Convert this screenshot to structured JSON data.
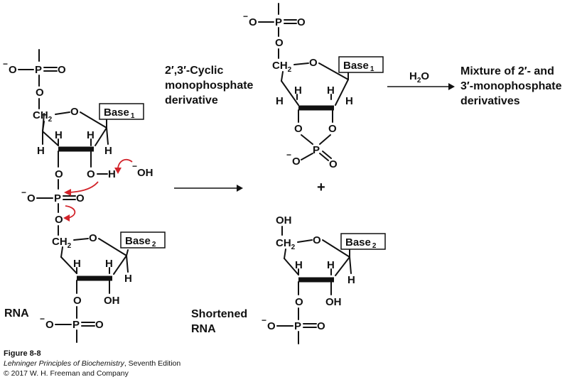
{
  "molecules": {
    "rna": {
      "label": "RNA",
      "top_phosphate": {
        "minus": "−",
        "o_left": "O",
        "p": "P",
        "o_double": "O",
        "o_bridge": "O"
      },
      "sugar1": {
        "ch2": "CH",
        "ch2_sub": "2",
        "ring_o": "O",
        "base": "Base",
        "base_sub": "1",
        "h_labels": [
          "H",
          "H",
          "H",
          "H"
        ],
        "o3": "O",
        "o2h_o": "O",
        "o2h_h": "H"
      },
      "hydroxide": {
        "minus": "−",
        "oh": "OH"
      },
      "mid_phosphate": {
        "minus": "−",
        "o_left": "O",
        "p": "P",
        "o_double": "O",
        "o_bridge": "O"
      },
      "sugar2": {
        "ch2": "CH",
        "ch2_sub": "2",
        "ring_o": "O",
        "base": "Base",
        "base_sub": "2",
        "h_labels": [
          "H",
          "H",
          "H"
        ],
        "oh": "OH",
        "o3": "O"
      },
      "bottom_phosphate": {
        "minus": "−",
        "o_left": "O",
        "p": "P",
        "o_double": "O"
      }
    },
    "cyclic": {
      "label_lines": [
        "2′,3′-Cyclic",
        "monophosphate",
        "derivative"
      ],
      "top_phosphate": {
        "minus": "−",
        "o_left": "O",
        "p": "P",
        "o_double": "O",
        "o_bridge": "O"
      },
      "sugar": {
        "ch2": "CH",
        "ch2_sub": "2",
        "ring_o": "O",
        "base": "Base",
        "base_sub": "1",
        "h_labels": [
          "H",
          "H",
          "H",
          "H"
        ]
      },
      "cyclic_p": {
        "o_left": "O",
        "o_right": "O",
        "p": "P",
        "o_minus": "O",
        "minus": "−",
        "o_double": "O"
      }
    },
    "plus": "+",
    "shortened": {
      "label_lines": [
        "Shortened",
        "RNA"
      ],
      "sugar": {
        "oh_top": "OH",
        "ch2": "CH",
        "ch2_sub": "2",
        "ring_o": "O",
        "base": "Base",
        "base_sub": "2",
        "h_labels": [
          "H",
          "H",
          "H"
        ],
        "oh": "OH",
        "o3": "O"
      },
      "bottom_phosphate": {
        "minus": "−",
        "o_left": "O",
        "p": "P",
        "o_double": "O"
      }
    },
    "hydrolysis": {
      "reagent": "H",
      "reagent_sub": "2",
      "reagent_tail": "O",
      "product_lines": [
        "Mixture  of 2′- and",
        "3′-monophosphate",
        "derivatives"
      ]
    }
  },
  "caption": {
    "figure": "Figure 8-8",
    "book": "Lehninger Principles of Biochemistry",
    "edition": ", Seventh Edition",
    "copyright": "© 2017 W. H. Freeman and Company"
  }
}
